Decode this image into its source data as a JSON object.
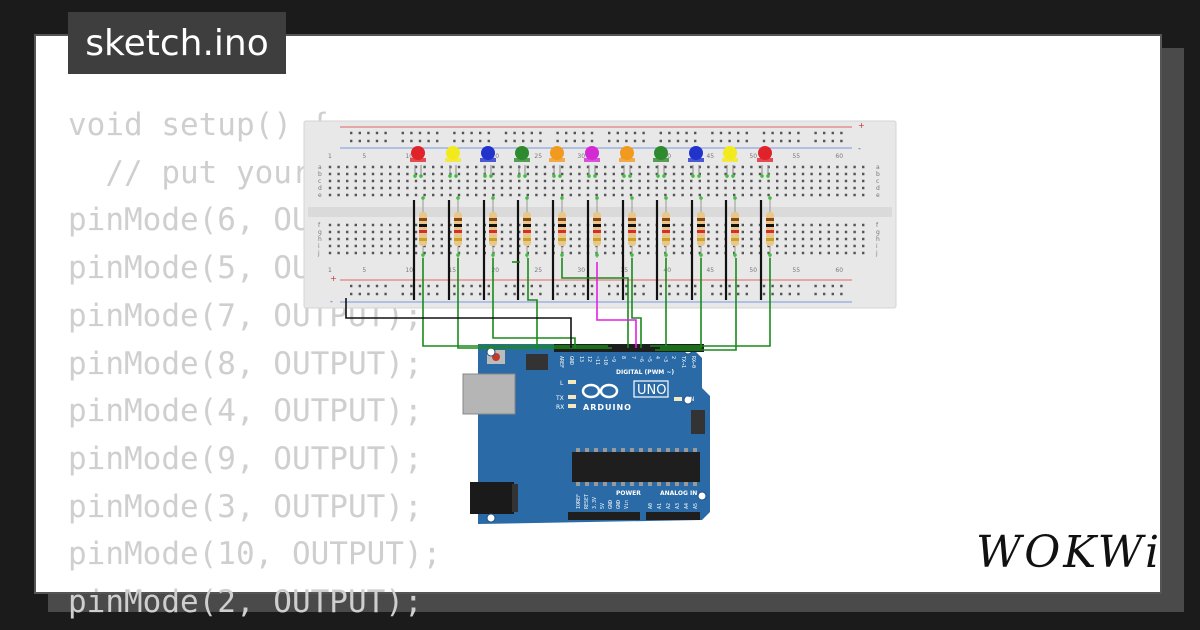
{
  "file_tab": {
    "label": "sketch.ino"
  },
  "code_lines": [
    "void setup() {",
    "  // put your setup code here, to run once:",
    "pinMode(6, OUTPUT);",
    "pinMode(5, OUTPUT);",
    "pinMode(7, OUTPUT);",
    "pinMode(8, OUTPUT);",
    "pinMode(4, OUTPUT);",
    "pinMode(9, OUTPUT);",
    "pinMode(3, OUTPUT);",
    "pinMode(10, OUTPUT);",
    "pinMode(2, OUTPUT);"
  ],
  "breadboard": {
    "column_labels": [
      "1",
      "5",
      "10",
      "15",
      "20",
      "25",
      "30",
      "35",
      "40",
      "45",
      "50",
      "55",
      "60"
    ],
    "row_labels_top": [
      "a",
      "b",
      "c",
      "d",
      "e"
    ],
    "row_labels_bottom": [
      "f",
      "g",
      "h",
      "i",
      "j"
    ],
    "rail_plus": "+",
    "rail_minus": "-"
  },
  "leds": {
    "colors": [
      "#e0232a",
      "#f2ea1c",
      "#2233cc",
      "#2e8a2e",
      "#f29a1e",
      "#d42ad4",
      "#f29a1e",
      "#2e8a2e",
      "#2233cc",
      "#f2ea1c",
      "#e0232a"
    ]
  },
  "arduino": {
    "logo": "ARDUINO",
    "model": "UNO",
    "header_digital": "DIGITAL (PWM ~)",
    "header_power": "POWER",
    "header_analog": "ANALOG IN",
    "digital_pins": [
      "AREF",
      "GND",
      "13",
      "12",
      "~11",
      "~10",
      "~9",
      "8",
      "7",
      "~6",
      "~5",
      "4",
      "~3",
      "2",
      "TX→1",
      "RX←0"
    ],
    "power_pins": [
      "IOREF",
      "RESET",
      "3.3V",
      "5V",
      "GND",
      "GND",
      "Vin"
    ],
    "analog_pins": [
      "A0",
      "A1",
      "A2",
      "A3",
      "A4",
      "A5"
    ],
    "led_l": "L",
    "led_tx": "TX",
    "led_rx": "RX",
    "led_on": "ON",
    "board_color": "#2a6aa6"
  },
  "brand": {
    "name": "WOKWi"
  }
}
